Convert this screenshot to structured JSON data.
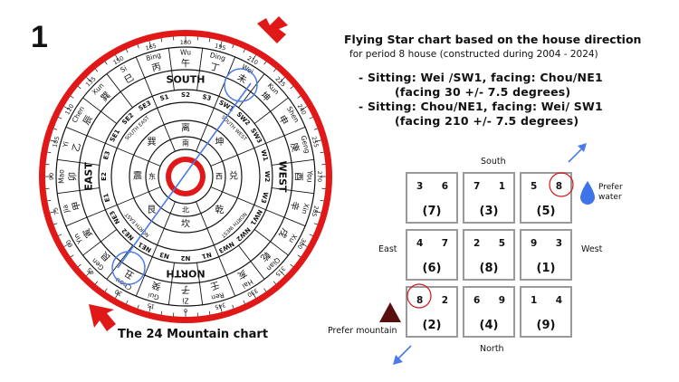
{
  "step_number": "1",
  "compass_caption": "The 24 Mountain chart",
  "title": "Flying Star chart based on the house direction",
  "subtitle": "for period 8 house (constructed during 2004 - 2024)",
  "info_lines": [
    "- Sitting: Wei /SW1, facing: Chou/NE1",
    "(facing 30 +/- 7.5 degrees)",
    "- Sitting: Chou/NE1, facing: Wei/ SW1",
    "(facing 210 +/- 7.5 degrees)"
  ],
  "directions": {
    "south": "South",
    "north": "North",
    "east": "East",
    "west": "West"
  },
  "prefer_water": "Prefer\nwater",
  "prefer_mountain": "Prefer mountain",
  "grid": [
    {
      "mountain": "3",
      "water": "6",
      "base": "(7)"
    },
    {
      "mountain": "7",
      "water": "1",
      "base": "(3)"
    },
    {
      "mountain": "5",
      "water": "8",
      "base": "(5)"
    },
    {
      "mountain": "4",
      "water": "7",
      "base": "(6)"
    },
    {
      "mountain": "2",
      "water": "5",
      "base": "(8)"
    },
    {
      "mountain": "9",
      "water": "3",
      "base": "(1)"
    },
    {
      "mountain": "8",
      "water": "2",
      "base": "(2)"
    },
    {
      "mountain": "6",
      "water": "9",
      "base": "(4)"
    },
    {
      "mountain": "1",
      "water": "4",
      "base": "(9)"
    }
  ],
  "compass": {
    "inner_directions": {
      "south": "SOUTH",
      "north": "NORTH",
      "east": "EAST",
      "west": "WEST"
    },
    "sector_codes": [
      "S1",
      "S2",
      "S3",
      "SW1",
      "SW2",
      "SW3",
      "W1",
      "W2",
      "W3",
      "NW1",
      "NW2",
      "NW3",
      "N1",
      "N2",
      "N3",
      "NE1",
      "NE2",
      "NE3",
      "E1",
      "E2",
      "E3",
      "SE1",
      "SE2",
      "SE3"
    ],
    "mountain_names": [
      "Bing",
      "Wu",
      "Ding",
      "Wei",
      "Kun",
      "Shen",
      "Geng",
      "You",
      "Xin",
      "Xu",
      "Qian",
      "Hai",
      "Ren",
      "Zi",
      "Gui",
      "Chou",
      "Gen",
      "Yin",
      "Jia",
      "Mao",
      "Yi",
      "Chen",
      "Xun",
      "Si"
    ],
    "mountain_chars": [
      "丙",
      "午",
      "丁",
      "未",
      "坤",
      "申",
      "庚",
      "酉",
      "辛",
      "戌",
      "乾",
      "亥",
      "壬",
      "子",
      "癸",
      "丑",
      "艮",
      "寅",
      "甲",
      "卯",
      "乙",
      "辰",
      "巽",
      "巳"
    ],
    "degree_labels": [
      "0",
      "15",
      "30",
      "45",
      "60",
      "75",
      "90",
      "105",
      "120",
      "135",
      "150",
      "165",
      "180",
      "195",
      "210",
      "225",
      "240",
      "255",
      "270",
      "285",
      "300",
      "315",
      "330",
      "345"
    ],
    "trigram_chars": [
      "离",
      "坤",
      "兑",
      "乾",
      "坎",
      "艮",
      "震",
      "巽"
    ],
    "ring_labels": [
      "南",
      "西",
      "北",
      "东"
    ],
    "diagonal_labels": [
      "SOUTH WEST",
      "NORTH WEST",
      "NORTH EAST",
      "SOUTH EAST"
    ]
  },
  "colors": {
    "ring": "#e01818",
    "arrow": "#e01818",
    "axis": "#4a7be8",
    "mountain": "#5a0f0f",
    "water": "#3d74e8",
    "cell_border": "#9a9a9a"
  }
}
